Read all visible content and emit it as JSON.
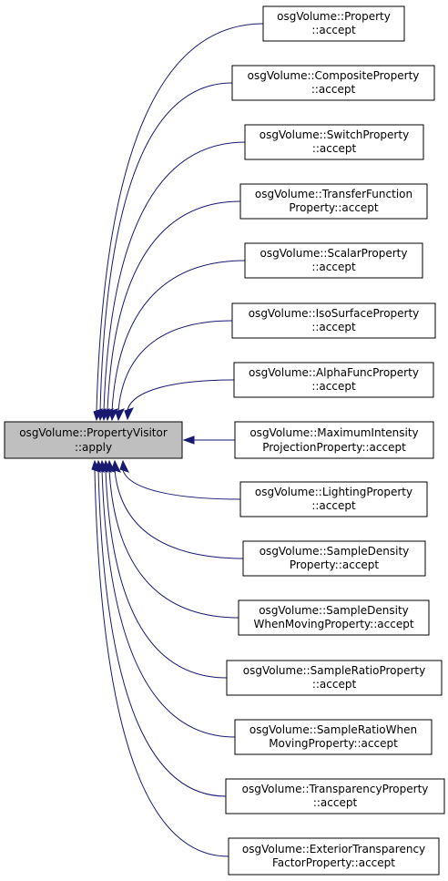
{
  "focus": {
    "line1": "osgVolume::PropertyVisitor",
    "line2": "::apply"
  },
  "callers": [
    {
      "line1": "osgVolume::Property",
      "line2": "::accept"
    },
    {
      "line1": "osgVolume::CompositeProperty",
      "line2": "::accept"
    },
    {
      "line1": "osgVolume::SwitchProperty",
      "line2": "::accept"
    },
    {
      "line1": "osgVolume::TransferFunction",
      "line2": "Property::accept"
    },
    {
      "line1": "osgVolume::ScalarProperty",
      "line2": "::accept"
    },
    {
      "line1": "osgVolume::IsoSurfaceProperty",
      "line2": "::accept"
    },
    {
      "line1": "osgVolume::AlphaFuncProperty",
      "line2": "::accept"
    },
    {
      "line1": "osgVolume::MaximumIntensity",
      "line2": "ProjectionProperty::accept"
    },
    {
      "line1": "osgVolume::LightingProperty",
      "line2": "::accept"
    },
    {
      "line1": "osgVolume::SampleDensity",
      "line2": "Property::accept"
    },
    {
      "line1": "osgVolume::SampleDensity",
      "line2": "WhenMovingProperty::accept"
    },
    {
      "line1": "osgVolume::SampleRatioProperty",
      "line2": "::accept"
    },
    {
      "line1": "osgVolume::SampleRatioWhen",
      "line2": "MovingProperty::accept"
    },
    {
      "line1": "osgVolume::TransparencyProperty",
      "line2": "::accept"
    },
    {
      "line1": "osgVolume::ExteriorTransparency",
      "line2": "FactorProperty::accept"
    }
  ],
  "colors": {
    "edge": "#191970",
    "focus_fill": "#bfbfbf",
    "node_fill": "#ffffff",
    "border": "#000000"
  }
}
